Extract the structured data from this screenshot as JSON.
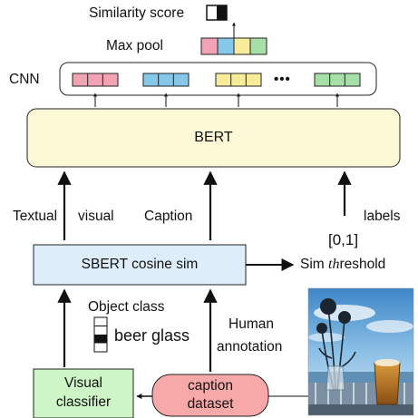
{
  "labels": {
    "similarity_score": "Similarity score",
    "max_pool": "Max pool",
    "cnn": "CNN",
    "ellipsis": "•••",
    "bert": "BERT",
    "textual": "Textual",
    "visual": "visual",
    "caption": "Caption",
    "labels": "labels",
    "range": "[0,1]",
    "sbert": "SBERT cosine sim",
    "sim": "Sim",
    "th": "th",
    "reshold": "reshold",
    "object_class": "Object class",
    "beer_glass": "beer glass",
    "human": "Human",
    "annotation": "annotation",
    "visual_classifier_line1": "Visual",
    "visual_classifier_line2": "classifier",
    "caption_dataset_line1": "caption",
    "caption_dataset_line2": "dataset"
  },
  "colors": {
    "pink": "#f2a3b3",
    "blue": "#86c8ea",
    "yellow": "#f7ec9a",
    "green": "#a6e0a6",
    "bert_fill": "#fdf8d6",
    "sbert_fill": "#ddeefa",
    "classifier_fill": "#cdf5c5",
    "dataset_fill": "#f7a9a9"
  },
  "icons": {
    "photo": "beer-glass-photo",
    "score": "similarity-score-bar"
  }
}
